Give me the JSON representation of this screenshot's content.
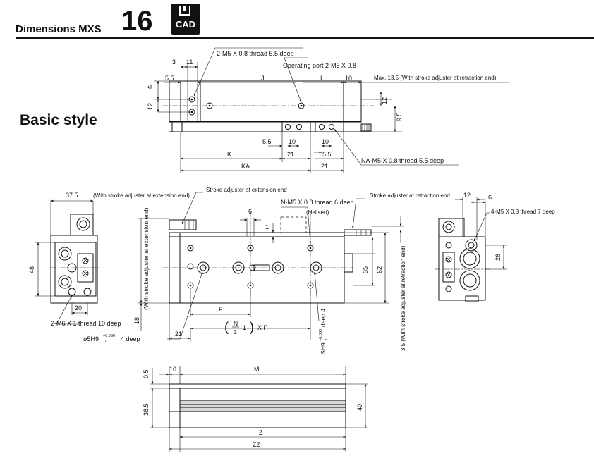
{
  "header": {
    "title": "Dimensions MXS",
    "size_number": "16",
    "cad_label": "CAD"
  },
  "section_title": "Basic style",
  "top_view": {
    "dim_3": "3",
    "dim_11": "11",
    "thread_label": "2-M5 X 0.8 thread 5.5 deep",
    "operating_port_label": "Operating port 2-M5 X 0.8",
    "dim_5_5_a": "5.5",
    "dim_J": "J",
    "dim_I": "I",
    "dim_10_top": "10",
    "max_note": "Max. 13.5 (With stroke adjuster at retraction end)",
    "dim_6": "6",
    "dim_12_left": "12",
    "dim_12_right": "12",
    "dim_9_5": "9.5",
    "dim_5_5_b": "5.5",
    "dim_10_b1": "10",
    "dim_10_b2": "10",
    "dim_K": "K",
    "dim_21_a": "21",
    "dim_5_5_c": "5.5",
    "dim_KA": "KA",
    "dim_21_b": "21",
    "na_label": "NA-M5 X 0.8 thread 5.5 deep"
  },
  "end_view_left": {
    "dim_37_5": "37.5",
    "note_extension": "(With stroke adjuster at extension end)",
    "dim_48": "48",
    "dim_20": "20",
    "thread_label": "2-M6 X 1 thread 10 deep"
  },
  "front_view": {
    "stroke_adj_ext": "Stroke adjuster at extension end",
    "stroke_adj_ret": "Stroke adjuster at retraction end",
    "n_thread": "N-M5 X 0.8 thread 6 deep",
    "helisert": "(Helisert)",
    "dim_6": "6",
    "dim_1": "1",
    "vertical_note_ext": "(With stroke adjuster at extension end)",
    "dim_18": "18",
    "dim_F": "F",
    "dim_21": "21",
    "formula_N": "N",
    "formula_2": "2",
    "formula_tail": "-1",
    "formula_xf": "X F",
    "dim_35": "35",
    "dim_62": "62",
    "vertical_note_ret": "3.5 (With stroke adjuster at retraction end)",
    "h9_vertical_main": "5H9",
    "h9_vertical_tol_top": "+0.030",
    "h9_vertical_tol_bot": "0",
    "h9_vertical_tail": "deep 4",
    "pin_label_main": "ø5H9",
    "pin_tol_top": "+0.030",
    "pin_tol_bot": "0",
    "pin_tail": "4 deep"
  },
  "end_view_right": {
    "dim_12": "12",
    "dim_6": "6",
    "thread_label": "4-M5 X 0.8 thread 7 deep",
    "dim_26": "26"
  },
  "side_view": {
    "dim_0_5": "0.5",
    "dim_10": "10",
    "dim_M": "M",
    "dim_36_5": "36.5",
    "dim_40": "40",
    "dim_Z": "Z",
    "dim_ZZ": "ZZ"
  }
}
